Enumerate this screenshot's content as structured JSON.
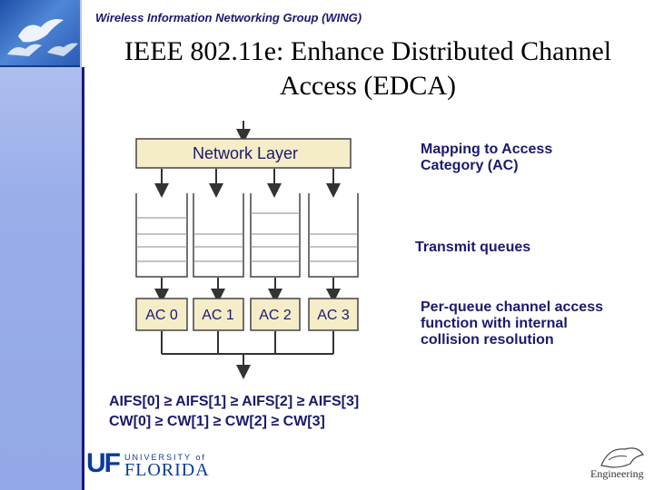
{
  "header": {
    "group_name": "Wireless Information Networking Group (WING)"
  },
  "title": {
    "line1": "IEEE 802.11e: Enhance Distributed Channel",
    "line2": "Access (EDCA)"
  },
  "diagram": {
    "network_layer_label": "Network Layer",
    "ac_labels": [
      "AC 0",
      "AC 1",
      "AC 2",
      "AC 3"
    ]
  },
  "annotations": {
    "mapping_line1": "Mapping to Access",
    "mapping_line2": "Category (AC)",
    "transmit_queues": "Transmit queues",
    "perqueue_line1": "Per-queue channel access",
    "perqueue_line2": "function with internal",
    "perqueue_line3": "collision resolution"
  },
  "inequalities": {
    "aifs": "AIFS[0] ≥ AIFS[1] ≥ AIFS[2] ≥ AIFS[3]",
    "cw": "CW[0] ≥ CW[1] ≥ CW[2] ≥ CW[3]"
  },
  "footer": {
    "uf_mark": "UF",
    "uf_small": "UNIVERSITY of",
    "uf_big": "FLORIDA",
    "engineering": "Engineering"
  },
  "colors": {
    "sidebar": "#9aaeea",
    "text_navy": "#1a1a6e",
    "box_fill": "#f5ecc8",
    "uf_blue": "#0b3b9a"
  }
}
